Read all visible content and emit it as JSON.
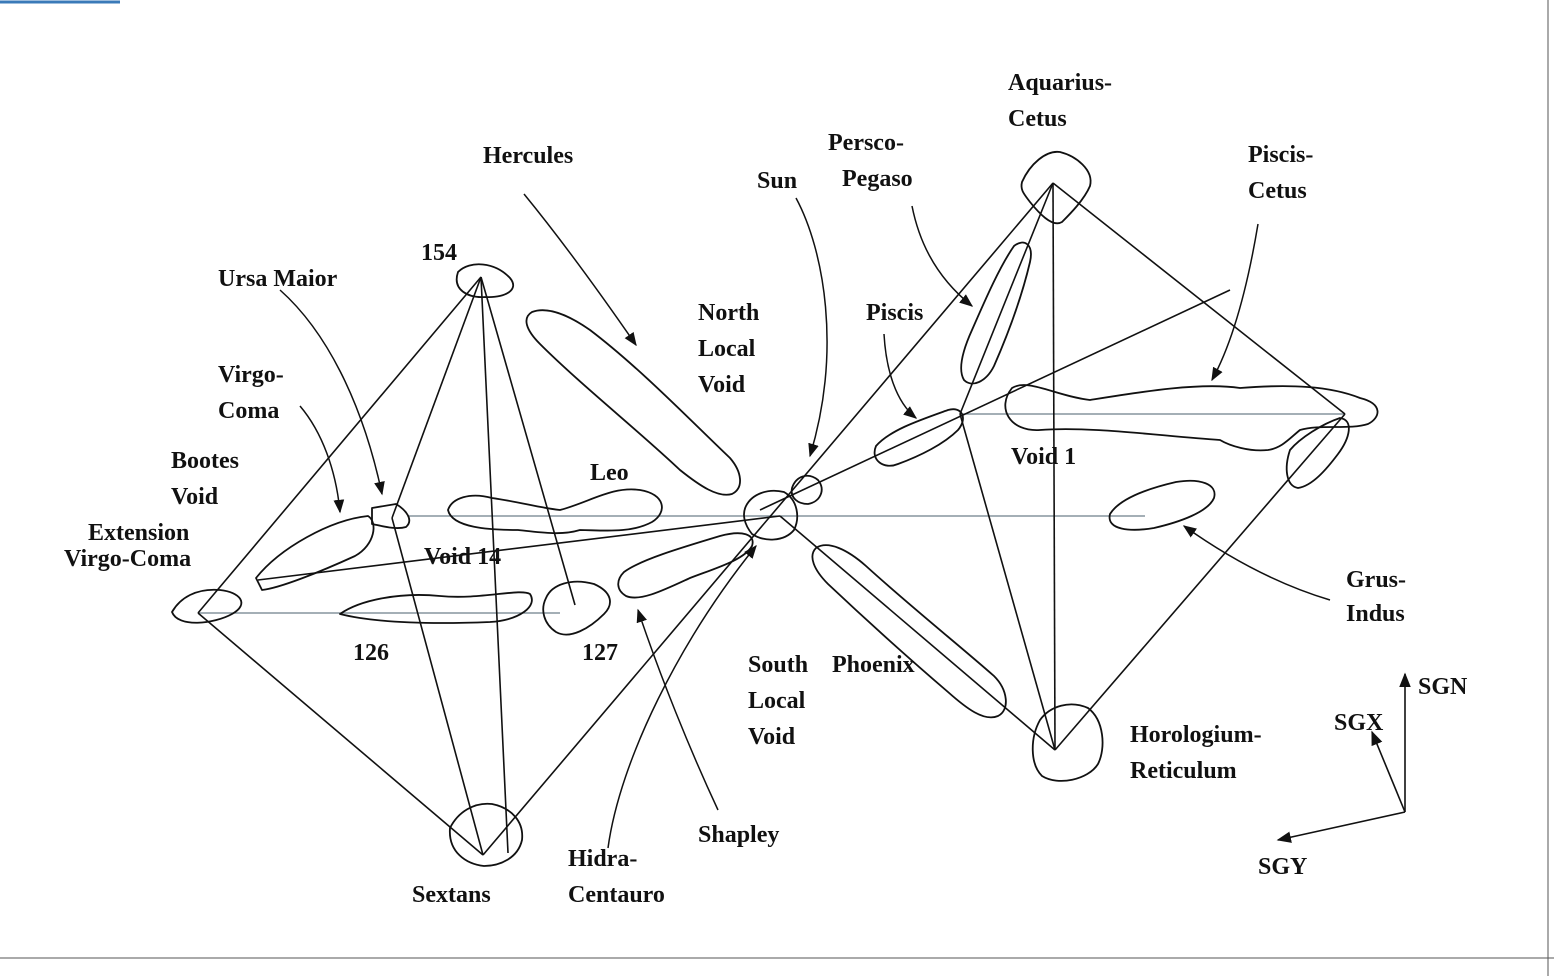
{
  "labels": {
    "aquarius_cetus": [
      "Aquarius-",
      "Cetus"
    ],
    "persco_pegaso": [
      "Persco-",
      "Pegaso"
    ],
    "piscis_cetus": [
      "Piscis-",
      "Cetus"
    ],
    "hercules": "Hercules",
    "sun": "Sun",
    "n154": "154",
    "ursa_maior": "Ursa Maior",
    "north_local_void": [
      "North",
      "Local",
      "Void"
    ],
    "piscis": "Piscis",
    "virgo_coma": [
      "Virgo-",
      "Coma"
    ],
    "bootes_void": [
      "Bootes",
      "Void"
    ],
    "leo": "Leo",
    "void_1": "Void 1",
    "extension_virgo_coma": [
      "Extension",
      "Virgo-Coma"
    ],
    "void_14": "Void 14",
    "grus_indus": [
      "Grus-",
      "Indus"
    ],
    "n126": "126",
    "n127": "127",
    "south_local_void": [
      "South",
      "Local",
      "Void"
    ],
    "phoenix": "Phoenix",
    "horologium_reticulum": [
      "Horologium-",
      "Reticulum"
    ],
    "sgn": "SGN",
    "sgx": "SGX",
    "sgy": "SGY",
    "shapley": "Shapley",
    "hidra_centauro": [
      "Hidra-",
      "Centauro"
    ],
    "sextans": "Sextans"
  }
}
